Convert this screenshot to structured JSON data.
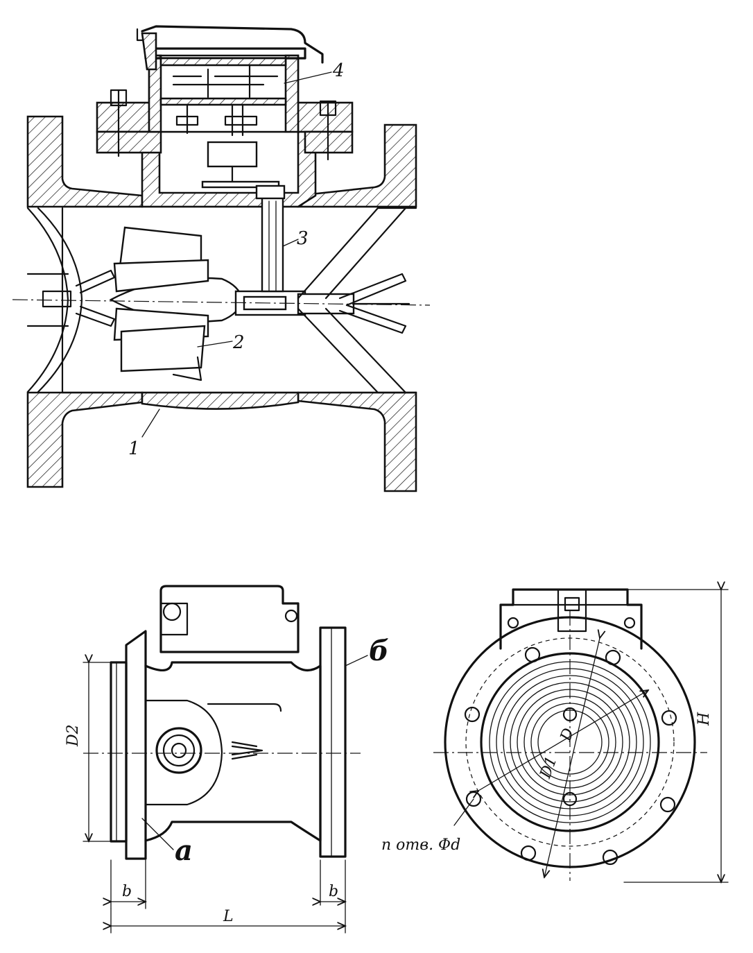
{
  "callouts": {
    "body": "1",
    "impeller": "2",
    "shaft": "3",
    "counter": "4"
  },
  "view_labels": {
    "a": "а",
    "b": "б"
  },
  "dimensions": {
    "D2": "D2",
    "b_left": "b",
    "b_right": "b",
    "L": "L",
    "H": "H",
    "D1": "D1",
    "D": "D",
    "holes": "n отв. Φd"
  }
}
